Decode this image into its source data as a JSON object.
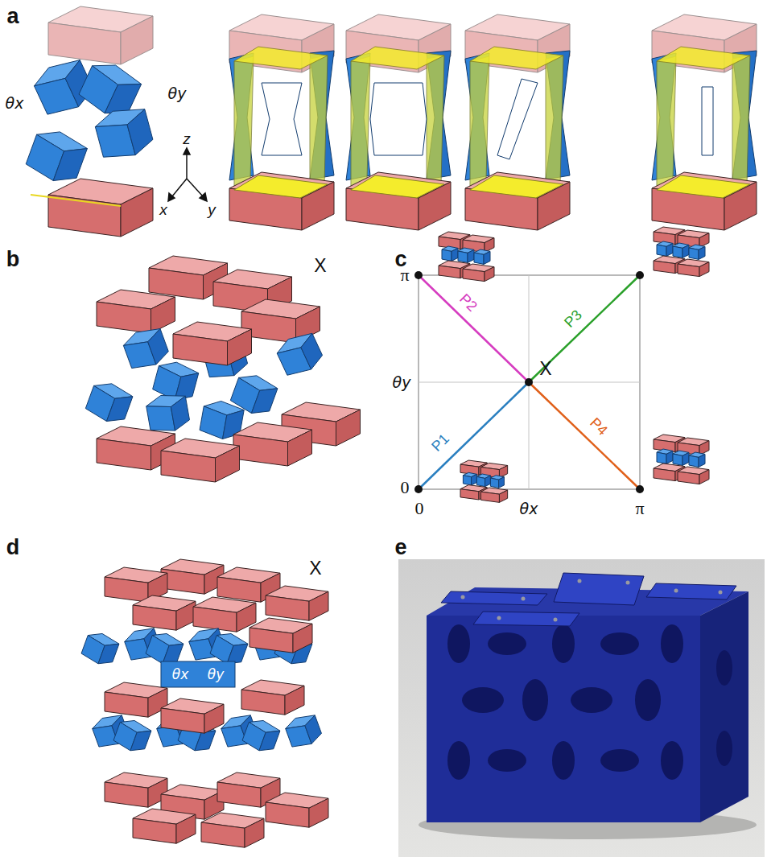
{
  "diagram": {
    "labels": [
      "a",
      "x",
      "y",
      "z",
      "θx",
      "θy",
      "b",
      "X",
      "c",
      "π",
      "π",
      "θy",
      "0",
      "0",
      "θx",
      "X",
      "P1",
      "P2",
      "P3",
      "P4",
      "d",
      "X",
      "θx",
      "θy",
      "e"
    ]
  }
}
